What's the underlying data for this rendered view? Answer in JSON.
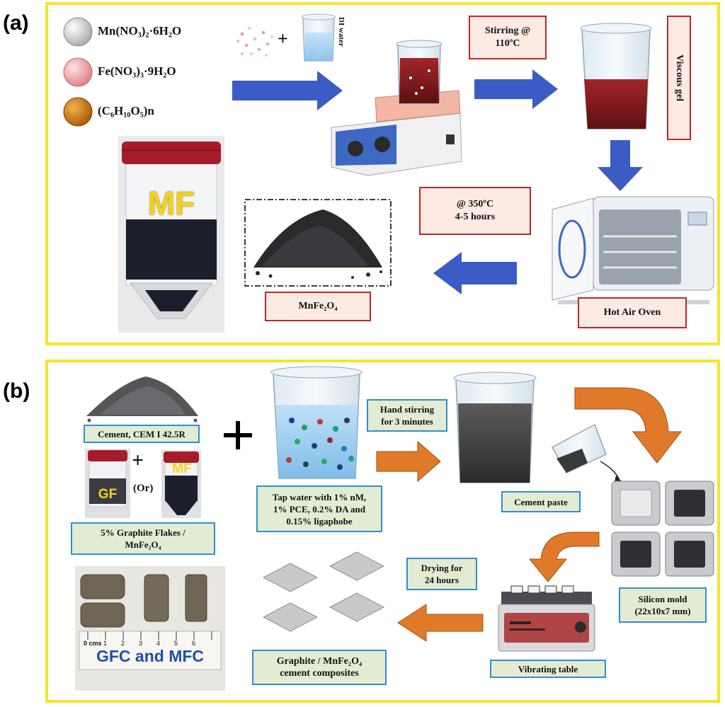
{
  "panel_a": {
    "label": "(a)",
    "reagents": [
      "Mn(NO",
      "3",
      ")",
      "2",
      "·6H",
      "2",
      "O"
    ],
    "reagent_mn": "Mn(NO₃)₂·6H₂O",
    "reagent_fe": "Fe(NO₃)₃·9H₂O",
    "reagent_starch": "(C₆H₁₀O₅)n",
    "jar_label": "MF",
    "di_water": "DI water",
    "plus": "+",
    "stirring": "Stirring @\n110ºC",
    "viscous_gel": "Viscous gel",
    "heat": "@ 350ºC\n4-5 hours",
    "oven": "Hot Air Oven",
    "product": "MnFe₂O₄"
  },
  "panel_b": {
    "label": "(b)",
    "cement": "Cement, CEM I 42.5R",
    "plus_small": "+",
    "or": "(Or)",
    "plus_big": "+",
    "gf_label": "GF",
    "mf_label": "MF",
    "fillers": "5% Graphite Flakes /\nMnFe₂O₄",
    "water": "Tap water with 1% nM,\n1% PCE, 0.2% DA and\n0.15% ligaphobe",
    "hand_stirring": "Hand stirring\nfor 3 minutes",
    "paste": "Cement paste",
    "mold": "Silicon mold\n(22x10x7 mm)",
    "vibrating": "Vibrating table",
    "drying": "Drying for\n24 hours",
    "composites": "Graphite / MnFe₂O₄\ncement composites",
    "ruler_unit": "0 cms",
    "ruler_numbers": [
      "1",
      "2",
      "3",
      "4",
      "5",
      "6"
    ],
    "specimen_label": "GFC and MFC"
  },
  "colors": {
    "frame": "#f5e52a",
    "blue_arrow": "#3b5cc4",
    "orange_arrow": "#e07a2a",
    "red_border": "#c0262c",
    "blue_border": "#2f8fcf"
  }
}
